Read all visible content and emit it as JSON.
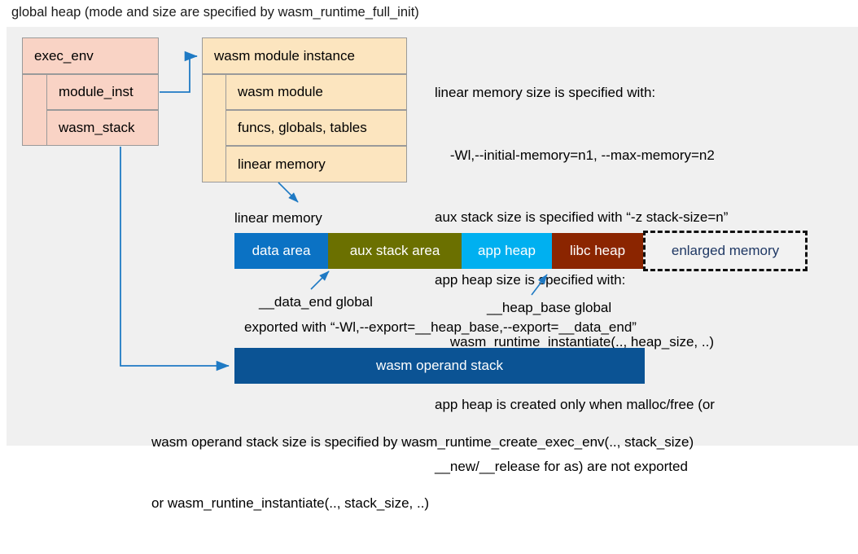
{
  "title": "global heap (mode and size are specified by wasm_runtime_full_init)",
  "colors": {
    "panel_bg": "#f0f0f0",
    "exec_env_fill": "#f9d3c5",
    "module_inst_fill": "#fce5bf",
    "box_border": "#9a9a9a",
    "arrow": "#1f7ac4",
    "data_area": "#0b72c4",
    "aux_stack_area": "#6b7000",
    "app_heap": "#00b0f0",
    "libc_heap": "#8b2500",
    "enlarged_memory_border": "#111111",
    "enlarged_memory_text": "#1f3864",
    "operand_stack": "#0b5394"
  },
  "exec_env": {
    "header": "exec_env",
    "fields": [
      {
        "label": "module_inst"
      },
      {
        "label": "wasm_stack"
      }
    ]
  },
  "module_instance": {
    "header": "wasm module instance",
    "fields": [
      {
        "label": "wasm module"
      },
      {
        "label": "funcs, globals, tables"
      },
      {
        "label": "linear memory"
      }
    ]
  },
  "spec_notes": {
    "lines": [
      "linear memory size is specified with:",
      "    -Wl,--initial-memory=n1, --max-memory=n2",
      "aux stack size is specified with “-z stack-size=n”",
      "app heap size is specified with:",
      "    wasm_runtime_instantiate(.., heap_size, ..)",
      "app heap is created only when malloc/free (or",
      "__new/__release for as) are not exported"
    ]
  },
  "linear_memory": {
    "caption": "linear memory",
    "segments": [
      {
        "label": "data area",
        "color": "#0b72c4"
      },
      {
        "label": "aux stack area",
        "color": "#6b7000"
      },
      {
        "label": "app heap",
        "color": "#00b0f0"
      },
      {
        "label": "libc heap",
        "color": "#8b2500"
      }
    ],
    "enlarged": {
      "label": "enlarged memory"
    }
  },
  "globals_annotations": {
    "data_end": "__data_end global",
    "heap_base": "__heap_base global",
    "exported_note": "exported with “-Wl,--export=__heap_base,--export=__data_end”"
  },
  "operand_stack": {
    "label": "wasm operand stack",
    "caption_lines": [
      "wasm operand stack size is specified by wasm_runtime_create_exec_env(.., stack_size)",
      "or wasm_runtine_instantiate(.., stack_size, ..)"
    ]
  }
}
